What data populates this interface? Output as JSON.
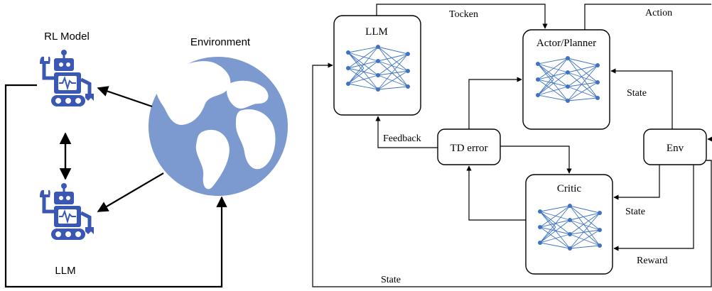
{
  "left_panel": {
    "rl_model_label": "RL Model",
    "environment_label": "Environment",
    "llm_label": "LLM",
    "robot_icon": "robot-icon",
    "globe_icon": "globe-icon"
  },
  "right_panel": {
    "llm_box_label": "LLM",
    "actor_box_label": "Actor/Planner",
    "critic_box_label": "Critic",
    "td_error_label": "TD error",
    "env_label": "Env",
    "edge_labels": {
      "tocken": "Tocken",
      "action": "Action",
      "state_actor": "State",
      "feedback": "Feedback",
      "state_critic": "State",
      "reward": "Reward",
      "state_bottom": "State"
    },
    "network_icon": "neural-network-icon"
  },
  "colors": {
    "robot": "#3a57b3",
    "globe": "#7c99d0",
    "network": "#3f73c2",
    "line": "#000000"
  }
}
